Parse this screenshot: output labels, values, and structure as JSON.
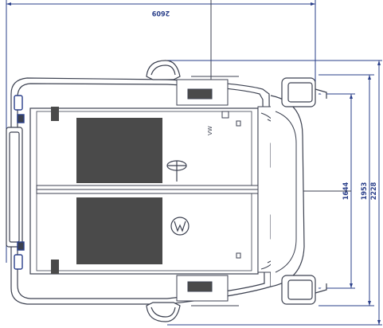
{
  "colors": {
    "line": "#3c4150",
    "dimension": "#2a3f8a",
    "panel": "#4a4a4a",
    "fill_light": "#ffffff"
  },
  "dimensions": {
    "overall_length": "2609",
    "track_width": "1644",
    "width_at_mirrors": "1953",
    "overall_width": "2228"
  },
  "labels": {
    "vw_mark": "VW"
  }
}
